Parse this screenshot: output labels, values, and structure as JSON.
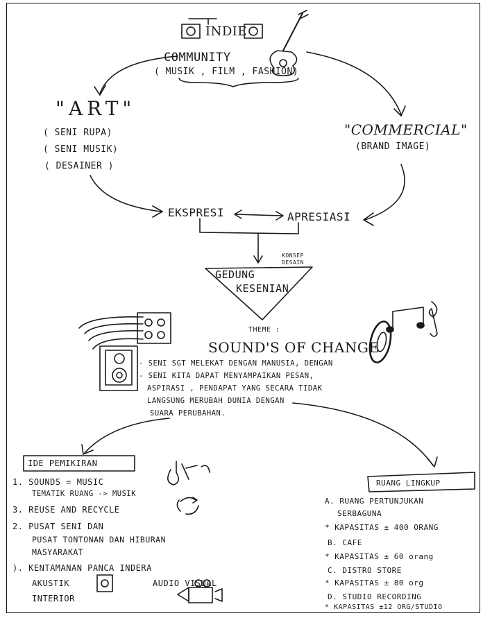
{
  "top": {
    "indie": "INDIE",
    "community": "COMMUNITY",
    "categories": "( MUSIK , FILM , FASHION)"
  },
  "art": {
    "title": "\"ART\"",
    "items": [
      "( SENI RUPA)",
      "( SENI MUSIK)",
      "( DESAINER )"
    ]
  },
  "commercial": {
    "title": "\"COMMERCIAL\"",
    "subtitle": "(BRAND IMAGE)"
  },
  "middle": {
    "ekspresi": "EKSPRESI",
    "apresiasi": "APRESIASI",
    "konsep": "KONSEP",
    "desain": "DESAIN",
    "gedung": "GEDUNG",
    "kesenian": "KESENIAN"
  },
  "theme": {
    "label": "THEME :",
    "title": "SOUND'S OF CHANGE",
    "lines": [
      "- SENI SGT MELEKAT DENGAN MANUSIA, DENGAN",
      "- SENI KITA DAPAT MENYAMPAIKAN PESAN,",
      "ASPIRASI , PENDAPAT YANG SECARA TIDAK",
      "LANGSUNG MERUBAH DUNIA DENGAN",
      "SUARA PERUBAHAN."
    ]
  },
  "ide": {
    "title": "IDE PEMIKIRAN",
    "items": [
      "1. SOUNDS = MUSIC",
      "TEMATIK RUANG -> MUSIK",
      "3. REUSE AND RECYCLE",
      "2. PUSAT SENI DAN",
      "PUSAT TONTONAN DAN HIBURAN",
      "MASYARAKAT",
      "). KENTAMANAN PANCA INDERA",
      "AKUSTIK",
      "AUDIO VISUAL",
      "INTERIOR"
    ]
  },
  "ruang": {
    "title": "RUANG LINGKUP",
    "items": [
      "A. RUANG PERTUNJUKAN",
      "SERBAGUNA",
      "* KAPASITAS ± 400 ORANG",
      "B. CAFE",
      "* KAPASITAS ± 60 orang",
      "C. DISTRO STORE",
      "* KAPASITAS ± 80 org",
      "D. STUDIO RECORDING",
      "* KAPASITAS ±12 ORG/STUDIO"
    ]
  },
  "icons": [
    "speaker-icon",
    "guitar-icon",
    "vinyl-record-icon",
    "music-note-icon",
    "recycle-icon",
    "movie-camera-icon"
  ]
}
